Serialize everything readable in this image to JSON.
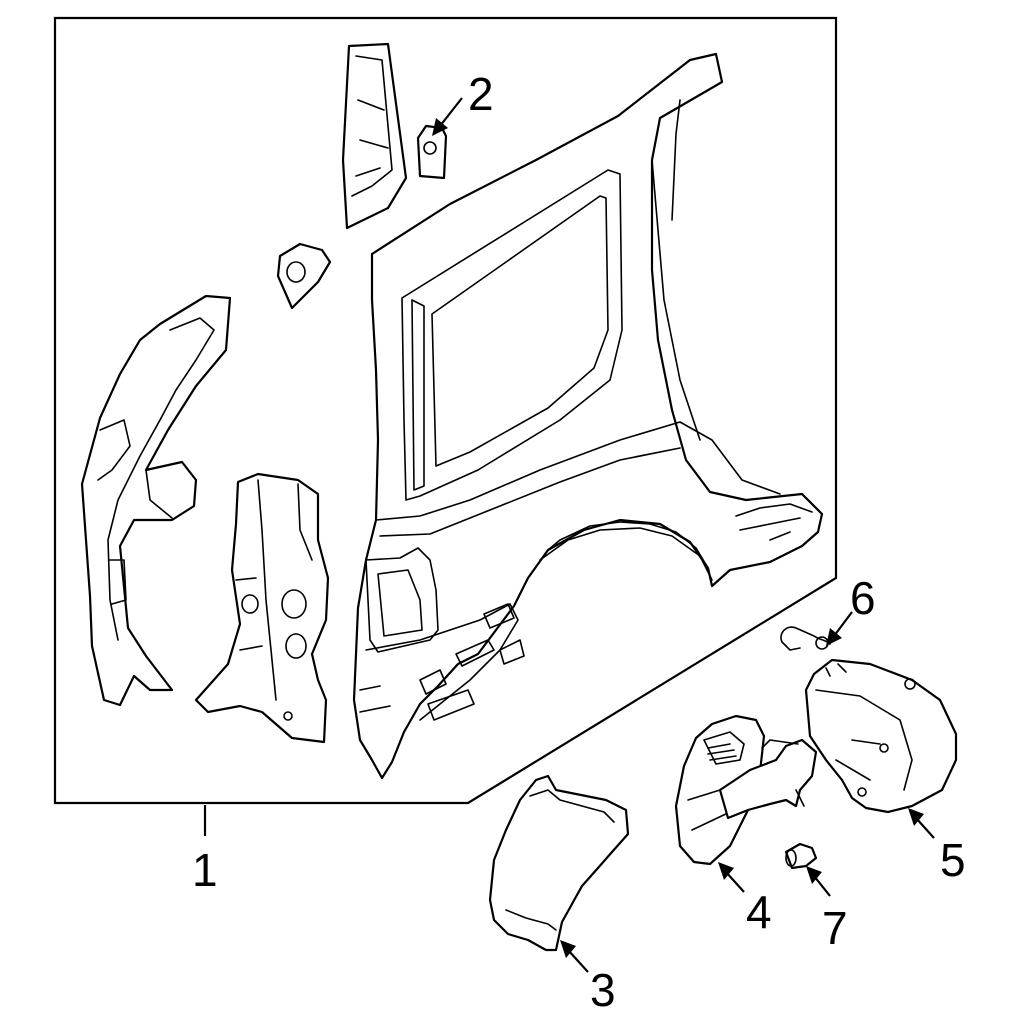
{
  "colors": {
    "line": "#000000",
    "background": "#ffffff"
  },
  "callouts": {
    "c1": "1",
    "c2": "2",
    "c3": "3",
    "c4": "4",
    "c5": "5",
    "c6": "6",
    "c7": "7"
  }
}
